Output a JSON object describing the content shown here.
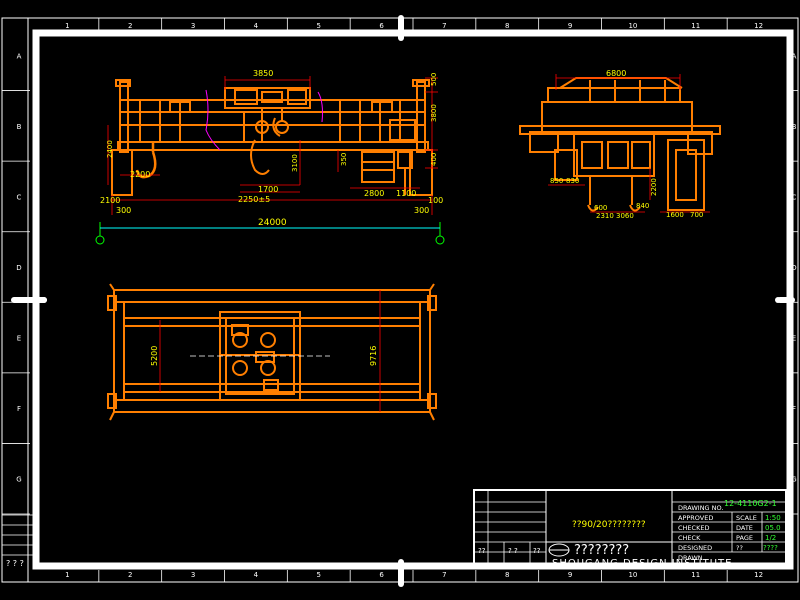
{
  "sheet": {
    "col_labels": [
      "1",
      "2",
      "3",
      "4",
      "5",
      "6",
      "7",
      "8",
      "9",
      "10",
      "11",
      "12"
    ],
    "row_labels": [
      "A",
      "B",
      "C",
      "D",
      "E",
      "F",
      "G"
    ],
    "corner_note": "? ? ?"
  },
  "views": {
    "elevation": {
      "dims": {
        "top": "3850",
        "right_top": "500",
        "right_mid": "3800",
        "right_low": "400",
        "left_mid": "2400",
        "d3100": "3100",
        "d2200": "2200",
        "d1700": "1700",
        "d2800": "2800",
        "d1100": "1100",
        "d2250": "2250±5",
        "d2100": "2100",
        "d300l": "300",
        "d300r": "300",
        "d100": "100",
        "span": "24000",
        "d350": "350"
      }
    },
    "side": {
      "dims": {
        "top": "6800",
        "d850": "850",
        "d830": "830",
        "d2200": "2200",
        "d840": "840",
        "d600": "600",
        "d3060": "3060",
        "d2310": "2310",
        "d1600": "1600",
        "d700": "700"
      }
    },
    "plan": {
      "dims": {
        "d5200": "5200",
        "d9716": "9716"
      }
    }
  },
  "title_block": {
    "drawing_no": "12-4110G2-1",
    "project_text": "??90/20????????",
    "company_cn": "????????",
    "company_en": "SHOUGANG DESIGN INSTITUTE",
    "rows": [
      {
        "label": "DRAWING NO.",
        "value": ""
      },
      {
        "label": "APPROVED",
        "value": "SCALE"
      },
      {
        "label": "CHECKED",
        "value": "DATE"
      },
      {
        "label": "CHECK",
        "value": "PAGE"
      },
      {
        "label": "DESIGNED",
        "value": "??"
      },
      {
        "label": "DRAWN",
        "value": ""
      }
    ],
    "scale_val": "1:50",
    "date_val": "05.0",
    "page_val": "1/2",
    "extra_val": "????",
    "small_left": [
      "??",
      "? ?",
      "??"
    ]
  },
  "colors": {
    "frame": "#ffffff",
    "part": "#ff7f00",
    "dim": "#ff0000",
    "center": "#00ff00",
    "magenta": "#ff00ff",
    "yellow": "#ffff00",
    "cyan": "#00ffff",
    "green": "#33ff33"
  }
}
